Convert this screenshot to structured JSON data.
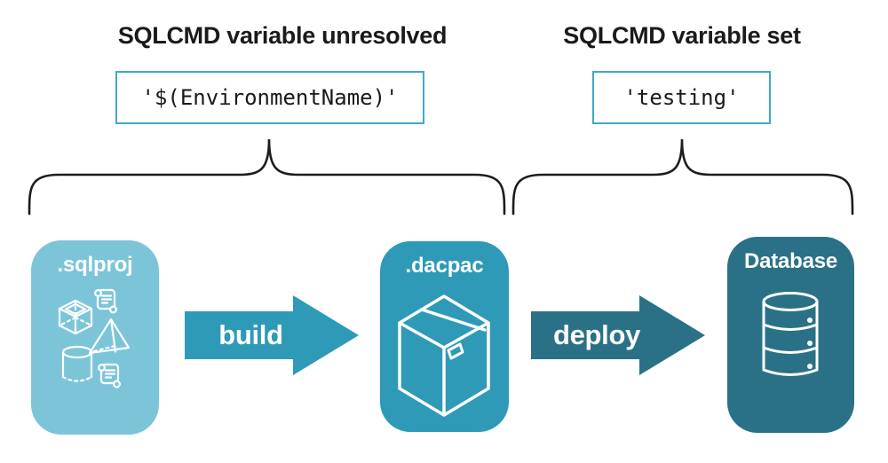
{
  "annotations": {
    "left": {
      "heading": "SQLCMD variable unresolved",
      "code": "'$(EnvironmentName)'"
    },
    "right": {
      "heading": "SQLCMD variable set",
      "code": "'testing'"
    }
  },
  "pipeline": {
    "nodes": [
      {
        "id": "sqlproj",
        "label": ".sqlproj",
        "icons": [
          "scroll-icon",
          "cube-icon",
          "pyramid-icon",
          "cylinder-icon",
          "scroll-icon"
        ]
      },
      {
        "id": "dacpac",
        "label": ".dacpac",
        "icons": [
          "package-box-icon"
        ]
      },
      {
        "id": "database",
        "label": "Database",
        "icons": [
          "database-cylinder-icon"
        ]
      }
    ],
    "arrows": [
      {
        "id": "build",
        "label": "build"
      },
      {
        "id": "deploy",
        "label": "deploy"
      }
    ]
  },
  "colors": {
    "sqlproj_fill": "#7CC5D9",
    "dacpac_fill": "#2E9AB8",
    "database_fill": "#2A7187",
    "build_arrow": "#2E9AB8",
    "deploy_arrow": "#2A7187",
    "code_border": "#3FA9C8",
    "text": "#1A1A1A",
    "brace": "#1D1D1D",
    "icon_stroke": "#FFFFFF"
  }
}
